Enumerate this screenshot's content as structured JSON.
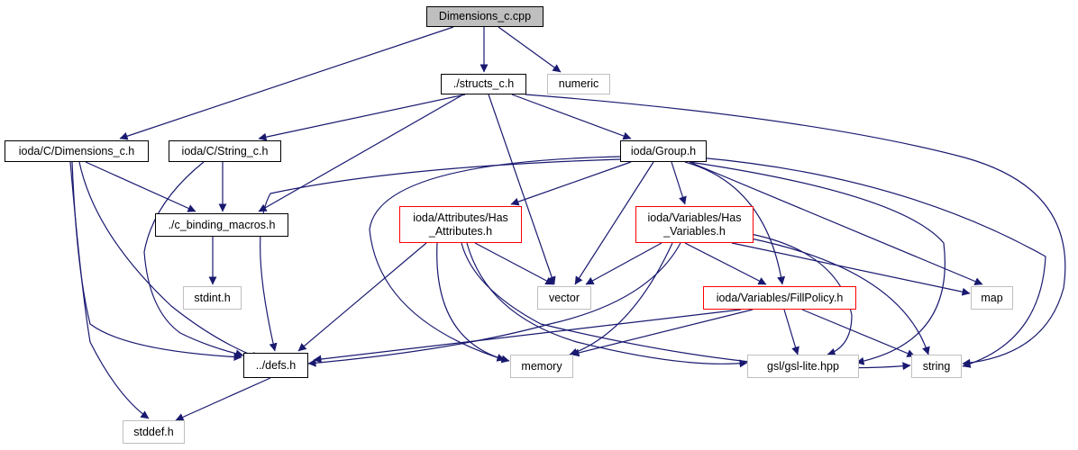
{
  "nodes": [
    {
      "id": "dimensions_cpp",
      "label": "Dimensions_c.cpp",
      "style": "root"
    },
    {
      "id": "structs_c",
      "label": "./structs_c.h",
      "style": "black"
    },
    {
      "id": "numeric",
      "label": "numeric",
      "style": "gray"
    },
    {
      "id": "ioda_dimensions_c",
      "label": "ioda/C/Dimensions_c.h",
      "style": "black"
    },
    {
      "id": "ioda_string_c",
      "label": "ioda/C/String_c.h",
      "style": "black"
    },
    {
      "id": "ioda_group",
      "label": "ioda/Group.h",
      "style": "black"
    },
    {
      "id": "c_binding_macros",
      "label": "./c_binding_macros.h",
      "style": "black"
    },
    {
      "id": "has_attributes",
      "label": "ioda/Attributes/Has\n_Attributes.h",
      "style": "red"
    },
    {
      "id": "has_variables",
      "label": "ioda/Variables/Has\n_Variables.h",
      "style": "red"
    },
    {
      "id": "stdint",
      "label": "stdint.h",
      "style": "gray"
    },
    {
      "id": "vector",
      "label": "vector",
      "style": "gray"
    },
    {
      "id": "fillpolicy",
      "label": "ioda/Variables/FillPolicy.h",
      "style": "red"
    },
    {
      "id": "map",
      "label": "map",
      "style": "gray"
    },
    {
      "id": "defs",
      "label": "../defs.h",
      "style": "black"
    },
    {
      "id": "memory",
      "label": "memory",
      "style": "gray"
    },
    {
      "id": "gsl_lite",
      "label": "gsl/gsl-lite.hpp",
      "style": "gray"
    },
    {
      "id": "string",
      "label": "string",
      "style": "gray"
    },
    {
      "id": "stddef",
      "label": "stddef.h",
      "style": "gray"
    }
  ],
  "edges": [
    {
      "from": "dimensions_cpp",
      "to": "structs_c"
    },
    {
      "from": "dimensions_cpp",
      "to": "numeric"
    },
    {
      "from": "dimensions_cpp",
      "to": "ioda_dimensions_c"
    },
    {
      "from": "structs_c",
      "to": "ioda_string_c"
    },
    {
      "from": "structs_c",
      "to": "ioda_group"
    },
    {
      "from": "structs_c",
      "to": "c_binding_macros"
    },
    {
      "from": "structs_c",
      "to": "vector"
    },
    {
      "from": "structs_c",
      "to": "string"
    },
    {
      "from": "ioda_dimensions_c",
      "to": "c_binding_macros"
    },
    {
      "from": "ioda_dimensions_c",
      "to": "defs"
    },
    {
      "from": "ioda_dimensions_c",
      "to": "defs"
    },
    {
      "from": "ioda_dimensions_c",
      "to": "stddef"
    },
    {
      "from": "ioda_string_c",
      "to": "c_binding_macros"
    },
    {
      "from": "ioda_string_c",
      "to": "defs"
    },
    {
      "from": "c_binding_macros",
      "to": "stdint"
    },
    {
      "from": "ioda_group",
      "to": "defs"
    },
    {
      "from": "ioda_group",
      "to": "has_attributes"
    },
    {
      "from": "ioda_group",
      "to": "has_variables"
    },
    {
      "from": "ioda_group",
      "to": "vector"
    },
    {
      "from": "ioda_group",
      "to": "fillpolicy"
    },
    {
      "from": "ioda_group",
      "to": "map"
    },
    {
      "from": "ioda_group",
      "to": "memory"
    },
    {
      "from": "ioda_group",
      "to": "gsl_lite"
    },
    {
      "from": "ioda_group",
      "to": "string"
    },
    {
      "from": "has_attributes",
      "to": "defs"
    },
    {
      "from": "has_attributes",
      "to": "vector"
    },
    {
      "from": "has_attributes",
      "to": "memory"
    },
    {
      "from": "has_attributes",
      "to": "gsl_lite"
    },
    {
      "from": "has_attributes",
      "to": "string"
    },
    {
      "from": "has_variables",
      "to": "vector"
    },
    {
      "from": "has_variables",
      "to": "fillpolicy"
    },
    {
      "from": "has_variables",
      "to": "map"
    },
    {
      "from": "has_variables",
      "to": "memory"
    },
    {
      "from": "has_variables",
      "to": "gsl_lite"
    },
    {
      "from": "has_variables",
      "to": "string"
    },
    {
      "from": "has_variables",
      "to": "defs"
    },
    {
      "from": "fillpolicy",
      "to": "defs"
    },
    {
      "from": "fillpolicy",
      "to": "memory"
    },
    {
      "from": "fillpolicy",
      "to": "gsl_lite"
    },
    {
      "from": "fillpolicy",
      "to": "string"
    },
    {
      "from": "defs",
      "to": "stddef"
    }
  ],
  "colors": {
    "edge": "#191970",
    "root_fill": "#bfbfbf",
    "black_border": "#000000",
    "red_border": "#ff0000",
    "gray_border": "#bfbfbf"
  }
}
